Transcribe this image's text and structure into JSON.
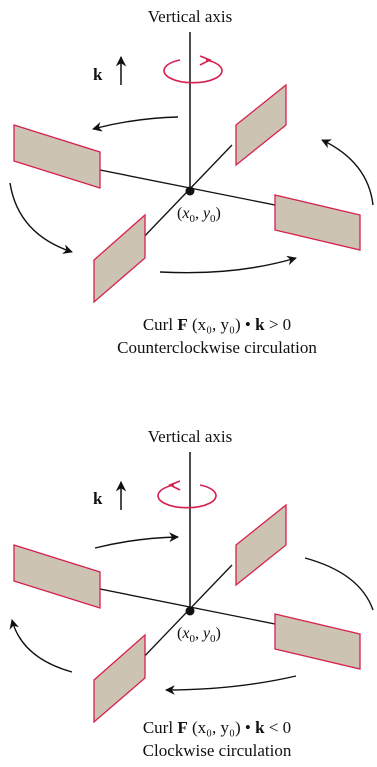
{
  "colors": {
    "panel_fill": "#cdc3b2",
    "panel_edge": "#d6204e",
    "rotation_arrow": "#d6204e",
    "line": "#111111"
  },
  "top_diagram": {
    "axis_label": "Vertical axis",
    "k_label": "k",
    "point_label_open": "(",
    "x_var": "x",
    "y_var": "y",
    "sub": "0",
    "comma": ", ",
    "point_label_close": ")",
    "caption": {
      "curl": "Curl",
      "F": "F",
      "args": "(x₀, y₀) •",
      "k": "k",
      "relation": "> 0",
      "line2": "Counterclockwise circulation"
    },
    "rotation": "counterclockwise"
  },
  "bottom_diagram": {
    "axis_label": "Vertical axis",
    "k_label": "k",
    "point_label_open": "(",
    "x_var": "x",
    "y_var": "y",
    "sub": "0",
    "comma": ", ",
    "point_label_close": ")",
    "caption": {
      "curl": "Curl",
      "F": "F",
      "args": "(x₀, y₀) •",
      "k": "k",
      "relation": "< 0",
      "line2": "Clockwise circulation"
    },
    "rotation": "clockwise"
  }
}
